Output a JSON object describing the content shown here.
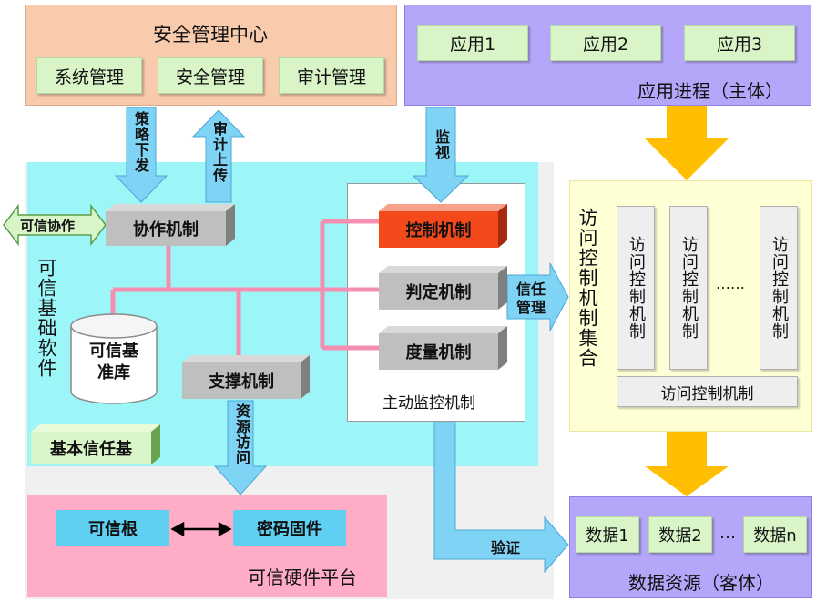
{
  "security_center": {
    "title": "安全管理中心",
    "items": [
      "系统管理",
      "安全管理",
      "审计管理"
    ]
  },
  "app_process": {
    "title": "应用进程（主体）",
    "apps": [
      "应用1",
      "应用2",
      "应用3"
    ]
  },
  "arrows": {
    "policy_down": "策略下发",
    "audit_up": "审计上传",
    "monitor": "监视",
    "trusted_collab": "可信协作",
    "trust_manage": "信任管理",
    "resource_access": "资源访问",
    "verify": "验证"
  },
  "trusted_base_software": {
    "title": "可信基础软件",
    "collab_mechanism": "协作机制",
    "baseline_db": "可信基准库",
    "support_mechanism": "支撑机制",
    "basic_trust_base": "基本信任基"
  },
  "active_monitor": {
    "title": "主动监控机制",
    "control": "控制机制",
    "judge": "判定机制",
    "measure": "度量机制"
  },
  "access_control_set": {
    "title": "访问控制机制集合",
    "panels": [
      "访问控制机制",
      "访问控制机制",
      "访问控制机制"
    ],
    "ellipsis": "……",
    "bottom_label": "访问控制机制"
  },
  "hardware_platform": {
    "title": "可信硬件平台",
    "root": "可信根",
    "firmware": "密码固件"
  },
  "data_resources": {
    "title": "数据资源（客体）",
    "items": [
      "数据1",
      "数据2",
      "数据n"
    ],
    "ellipsis": "…"
  },
  "colors": {
    "security_center_bg": "#f8cbad",
    "app_process_bg": "#b4a7f9",
    "trusted_software_bg": "#9cf5f7",
    "hardware_bg": "#ffadc7",
    "access_set_bg": "#ffffd6",
    "arrow_blue": "#7fd3f5",
    "arrow_yellow": "#ffbf00",
    "pink_line": "#f48fb1",
    "control_red": "#f44a1b"
  }
}
